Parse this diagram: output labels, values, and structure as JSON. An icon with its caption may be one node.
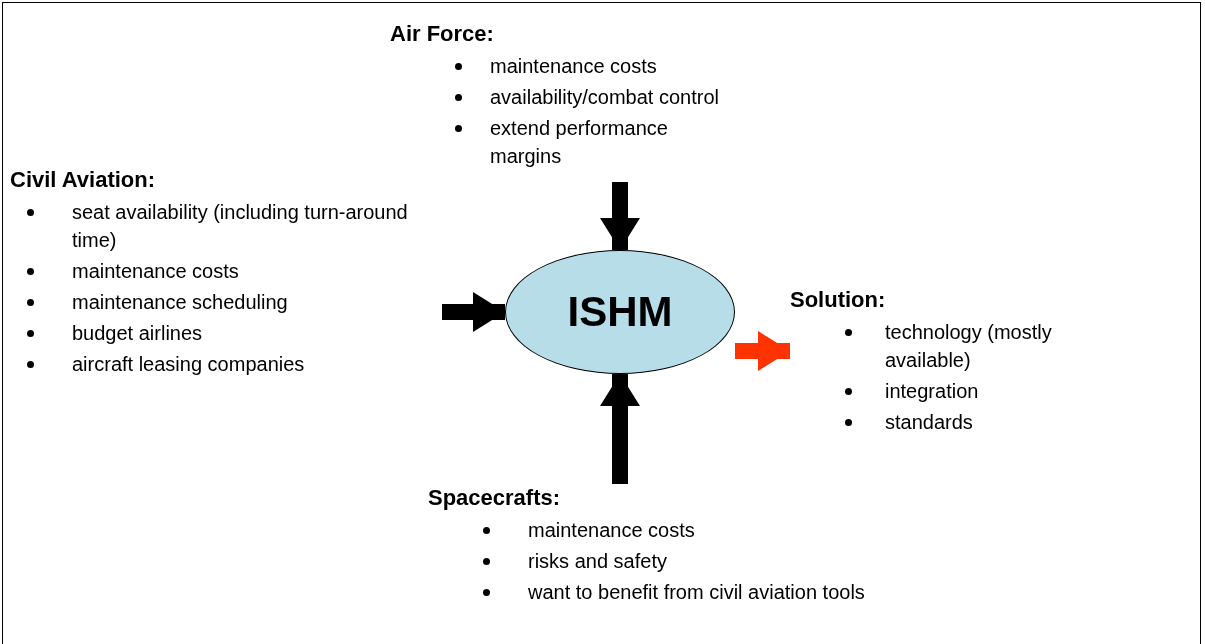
{
  "diagram": {
    "nodes": [
      {
        "text": [
          "Air Force:",
          "maintenance costs",
          "availability/combat control",
          "extend performance margins"
        ]
      },
      {
        "text": [
          "Civil Aviation:",
          "seat availability (including turn-around time)",
          "maintenance costs",
          "maintenance scheduling",
          "budget airlines",
          "aircraft leasing companies"
        ]
      },
      {
        "text": [
          "ISHM"
        ]
      },
      {
        "text": [
          "Solution:",
          "technology (mostly available)",
          "integration",
          "standards"
        ]
      },
      {
        "text": [
          "Spacecrafts:",
          "maintenance costs",
          "risks and safety",
          "want to benefit from civil aviation tools"
        ]
      }
    ],
    "edges": [
      {
        "from": 0,
        "to": 2,
        "arrow": "to"
      },
      {
        "from": 1,
        "to": 2,
        "arrow": "to"
      },
      {
        "from": 4,
        "to": 2,
        "arrow": "to"
      },
      {
        "from": 2,
        "to": 3,
        "arrow": "to",
        "color": "#ff3300"
      }
    ]
  }
}
